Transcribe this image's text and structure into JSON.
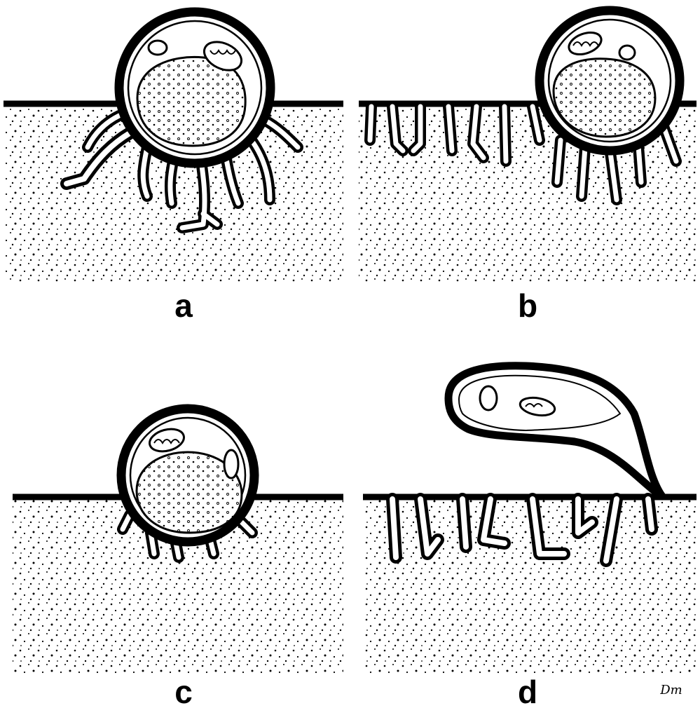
{
  "figure": {
    "background": "#ffffff",
    "ink": "#000000",
    "panels": [
      {
        "id": "a",
        "label": "a"
      },
      {
        "id": "b",
        "label": "b"
      },
      {
        "id": "c",
        "label": "c"
      },
      {
        "id": "d",
        "label": "d"
      }
    ],
    "signature": "Dm"
  }
}
